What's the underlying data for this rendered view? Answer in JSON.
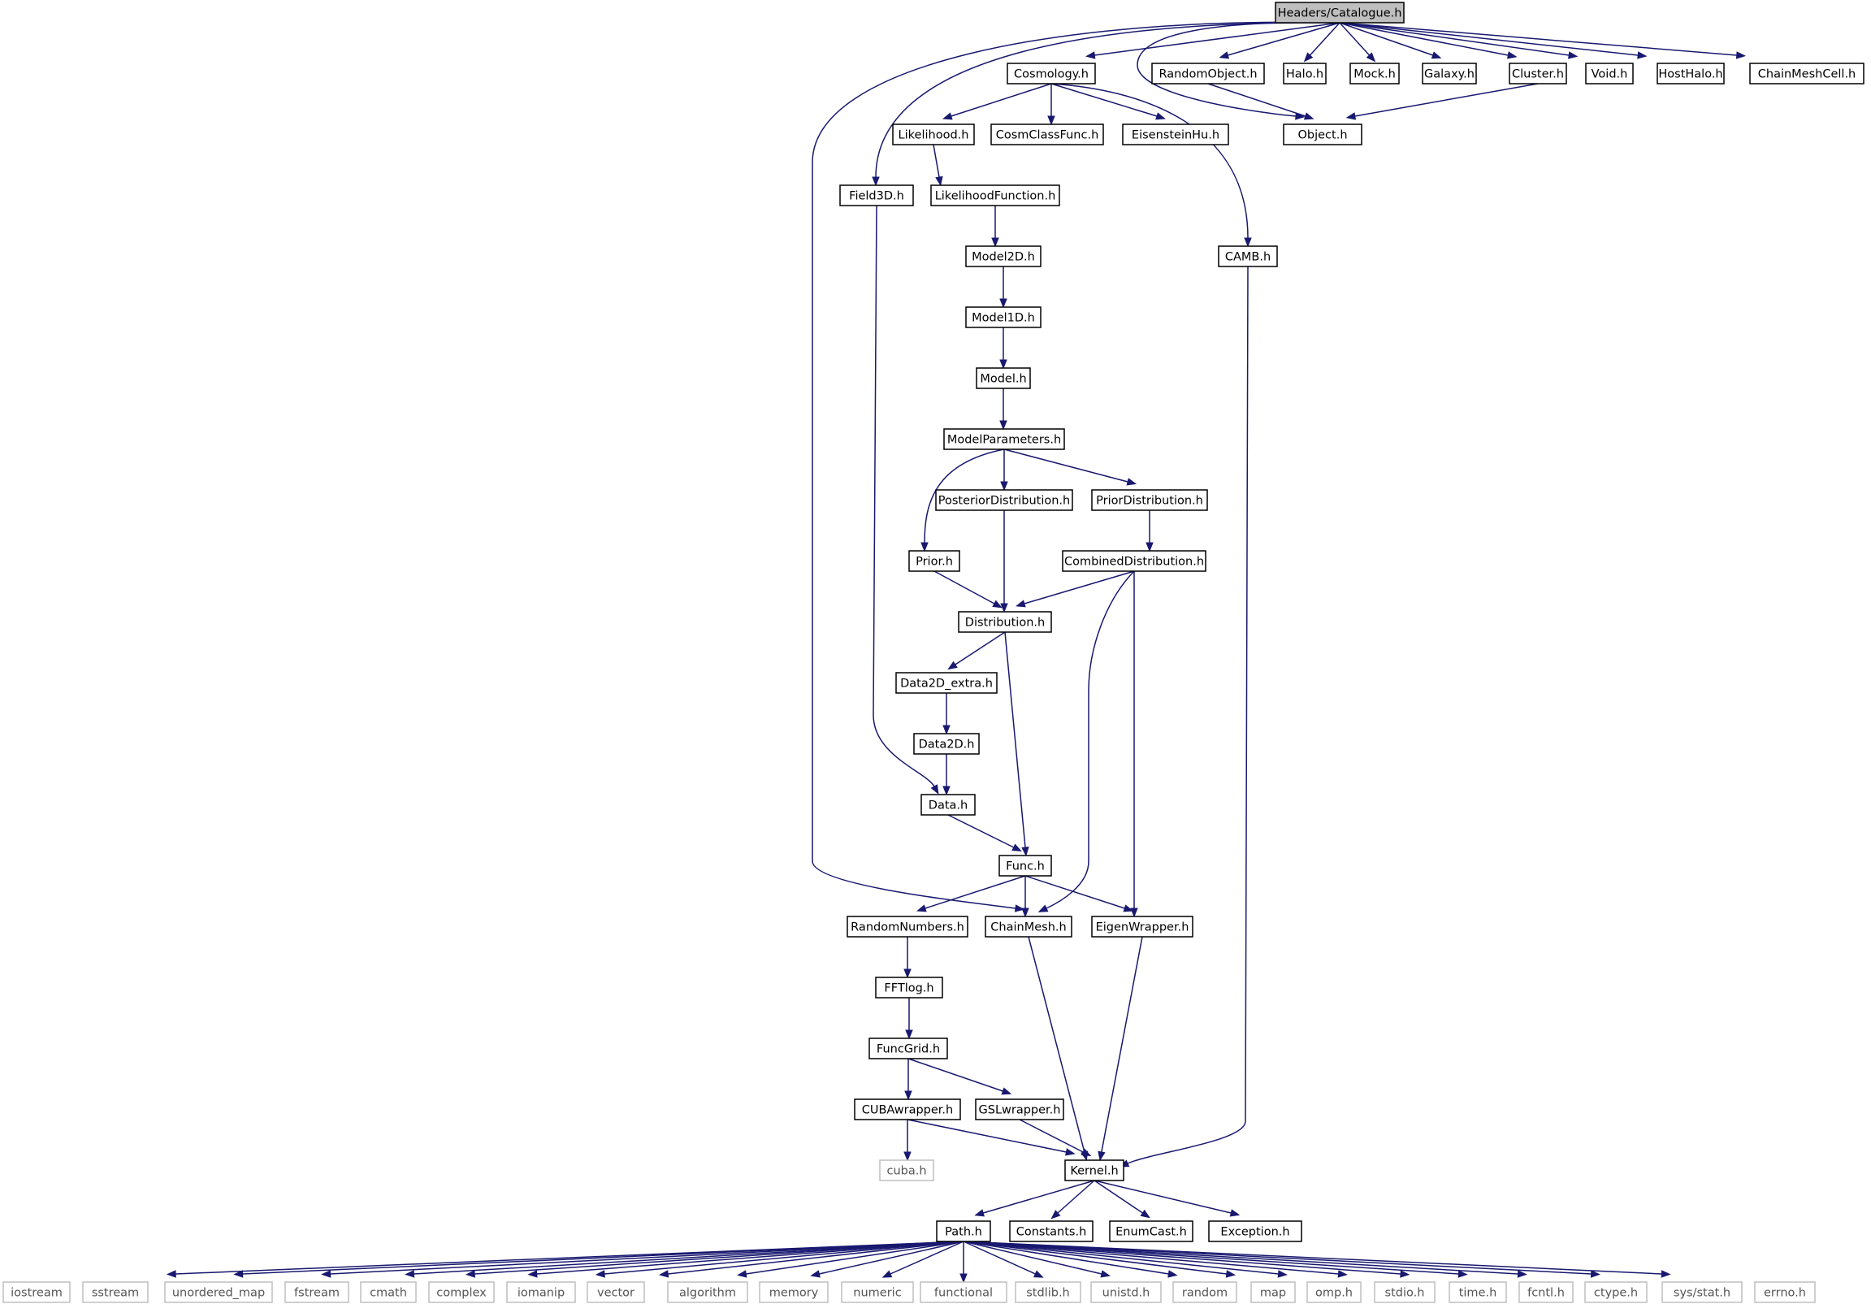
{
  "colors": {
    "edge": "#191970",
    "root_fill": "#bfbfbf",
    "node_border": "#000000",
    "system_border": "#bfbfbf"
  },
  "nodes": {
    "catalogue": "Headers/Catalogue.h",
    "cosmology": "Cosmology.h",
    "randomobject": "RandomObject.h",
    "halo": "Halo.h",
    "mock": "Mock.h",
    "galaxy": "Galaxy.h",
    "cluster": "Cluster.h",
    "void": "Void.h",
    "hosthalo": "HostHalo.h",
    "chainmeshcell": "ChainMeshCell.h",
    "likelihood": "Likelihood.h",
    "cosmclassfunc": "CosmClassFunc.h",
    "eisensteinhu": "EisensteinHu.h",
    "object": "Object.h",
    "field3d": "Field3D.h",
    "likelihoodfunction": "LikelihoodFunction.h",
    "camb": "CAMB.h",
    "model2d": "Model2D.h",
    "model1d": "Model1D.h",
    "model": "Model.h",
    "modelparameters": "ModelParameters.h",
    "posteriordistribution": "PosteriorDistribution.h",
    "priordistribution": "PriorDistribution.h",
    "prior": "Prior.h",
    "combineddistribution": "CombinedDistribution.h",
    "distribution": "Distribution.h",
    "data2d_extra": "Data2D_extra.h",
    "data2d": "Data2D.h",
    "data": "Data.h",
    "func": "Func.h",
    "randomnumbers": "RandomNumbers.h",
    "chainmesh": "ChainMesh.h",
    "eigenwrapper": "EigenWrapper.h",
    "fftlog": "FFTlog.h",
    "funcgrid": "FuncGrid.h",
    "cubawrapper": "CUBAwrapper.h",
    "gslwrapper": "GSLwrapper.h",
    "cuba": "cuba.h",
    "kernel": "Kernel.h",
    "path": "Path.h",
    "constants": "Constants.h",
    "enumcast": "EnumCast.h",
    "exception": "Exception.h",
    "iostream": "iostream",
    "sstream": "sstream",
    "unordered_map": "unordered_map",
    "fstream": "fstream",
    "cmath": "cmath",
    "complex": "complex",
    "iomanip": "iomanip",
    "vector": "vector",
    "algorithm": "algorithm",
    "memory": "memory",
    "numeric": "numeric",
    "functional": "functional",
    "stdlib": "stdlib.h",
    "unistd": "unistd.h",
    "random": "random",
    "map": "map",
    "omp": "omp.h",
    "stdio": "stdio.h",
    "time": "time.h",
    "fcntl": "fcntl.h",
    "ctype": "ctype.h",
    "sysstat": "sys/stat.h",
    "errno": "errno.h"
  },
  "edges": [
    [
      "catalogue",
      "cosmology"
    ],
    [
      "catalogue",
      "randomobject"
    ],
    [
      "catalogue",
      "halo"
    ],
    [
      "catalogue",
      "mock"
    ],
    [
      "catalogue",
      "galaxy"
    ],
    [
      "catalogue",
      "cluster"
    ],
    [
      "catalogue",
      "void"
    ],
    [
      "catalogue",
      "hosthalo"
    ],
    [
      "catalogue",
      "chainmeshcell"
    ],
    [
      "catalogue",
      "field3d"
    ],
    [
      "catalogue",
      "object"
    ],
    [
      "catalogue",
      "chainmesh"
    ],
    [
      "cosmology",
      "likelihood"
    ],
    [
      "cosmology",
      "cosmclassfunc"
    ],
    [
      "cosmology",
      "eisensteinhu"
    ],
    [
      "cosmology",
      "camb"
    ],
    [
      "randomobject",
      "object"
    ],
    [
      "cluster",
      "object"
    ],
    [
      "likelihood",
      "likelihoodfunction"
    ],
    [
      "likelihoodfunction",
      "model2d"
    ],
    [
      "model2d",
      "model1d"
    ],
    [
      "model1d",
      "model"
    ],
    [
      "model",
      "modelparameters"
    ],
    [
      "modelparameters",
      "prior"
    ],
    [
      "modelparameters",
      "posteriordistribution"
    ],
    [
      "modelparameters",
      "priordistribution"
    ],
    [
      "priordistribution",
      "combineddistribution"
    ],
    [
      "prior",
      "distribution"
    ],
    [
      "posteriordistribution",
      "distribution"
    ],
    [
      "combineddistribution",
      "distribution"
    ],
    [
      "combineddistribution",
      "chainmesh"
    ],
    [
      "combineddistribution",
      "eigenwrapper"
    ],
    [
      "distribution",
      "data2d_extra"
    ],
    [
      "distribution",
      "func"
    ],
    [
      "data2d_extra",
      "data2d"
    ],
    [
      "data2d",
      "data"
    ],
    [
      "field3d",
      "data"
    ],
    [
      "data",
      "func"
    ],
    [
      "func",
      "randomnumbers"
    ],
    [
      "func",
      "chainmesh"
    ],
    [
      "func",
      "eigenwrapper"
    ],
    [
      "randomnumbers",
      "fftlog"
    ],
    [
      "fftlog",
      "funcgrid"
    ],
    [
      "funcgrid",
      "cubawrapper"
    ],
    [
      "funcgrid",
      "gslwrapper"
    ],
    [
      "cubawrapper",
      "cuba"
    ],
    [
      "cubawrapper",
      "kernel"
    ],
    [
      "gslwrapper",
      "kernel"
    ],
    [
      "chainmesh",
      "kernel"
    ],
    [
      "eigenwrapper",
      "kernel"
    ],
    [
      "camb",
      "kernel"
    ],
    [
      "kernel",
      "path"
    ],
    [
      "kernel",
      "constants"
    ],
    [
      "kernel",
      "enumcast"
    ],
    [
      "kernel",
      "exception"
    ],
    [
      "path",
      "iostream"
    ],
    [
      "path",
      "sstream"
    ],
    [
      "path",
      "unordered_map"
    ],
    [
      "path",
      "fstream"
    ],
    [
      "path",
      "cmath"
    ],
    [
      "path",
      "complex"
    ],
    [
      "path",
      "iomanip"
    ],
    [
      "path",
      "vector"
    ],
    [
      "path",
      "algorithm"
    ],
    [
      "path",
      "memory"
    ],
    [
      "path",
      "numeric"
    ],
    [
      "path",
      "functional"
    ],
    [
      "path",
      "stdlib"
    ],
    [
      "path",
      "unistd"
    ],
    [
      "path",
      "random"
    ],
    [
      "path",
      "map"
    ],
    [
      "path",
      "omp"
    ],
    [
      "path",
      "stdio"
    ],
    [
      "path",
      "time"
    ],
    [
      "path",
      "fcntl"
    ],
    [
      "path",
      "ctype"
    ],
    [
      "path",
      "sysstat"
    ],
    [
      "path",
      "errno"
    ]
  ]
}
